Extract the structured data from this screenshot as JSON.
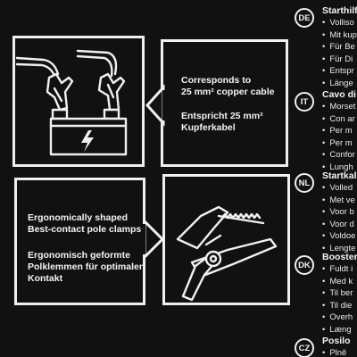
{
  "panels": {
    "cable": {
      "text_en": [
        "Corresponds to",
        "25 mm² copper cable"
      ],
      "text_de": [
        "Entspricht 25 mm²",
        "Kupferkabel"
      ]
    },
    "clamps": {
      "text_en": [
        "Ergonomically shaped",
        "Best-contact pole clamps"
      ],
      "text_de": [
        "Ergonomisch geformte",
        "Polklemmen für optimalen",
        "Kontakt"
      ]
    }
  },
  "languages": [
    {
      "code": "DE",
      "title": "Starthilf",
      "items": [
        "Volliso",
        "Mit kup",
        "Für Be",
        "Für Di",
        "Entspr",
        "Länge"
      ]
    },
    {
      "code": "IT",
      "title": "Cavo di",
      "items": [
        "Morset",
        "Con ar",
        "Per m",
        "Per m",
        "Confor",
        "Lungh"
      ]
    },
    {
      "code": "NL",
      "title": "Startkal",
      "items": [
        "Volled",
        "Met ve",
        "Voor b",
        "Voor d",
        "Voldoe",
        "Lengte"
      ]
    },
    {
      "code": "DK",
      "title": "Booster",
      "items": [
        "Fuldt i",
        "Med k",
        "Til ber",
        "Til die",
        "Overh",
        "Læng"
      ]
    },
    {
      "code": "CZ",
      "title": "Posilo",
      "items": [
        "Plně"
      ]
    }
  ],
  "colors": {
    "background": "#111111",
    "foreground": "#f0f0f0"
  }
}
